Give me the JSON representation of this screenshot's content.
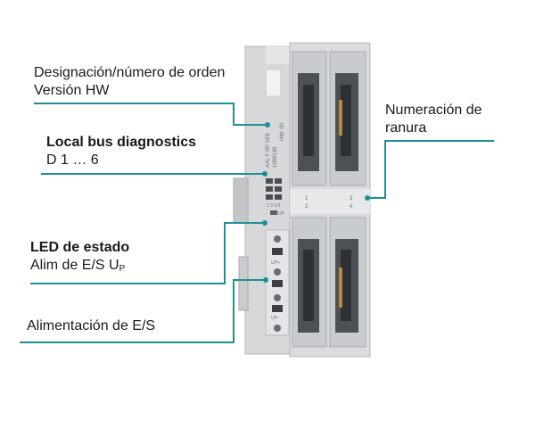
{
  "labels": {
    "designation_line1": "Designación/número de orden",
    "designation_line2": "Versión HW",
    "slot_numbering_line1": "Numeración de",
    "slot_numbering_line2": "ranura",
    "local_bus_line1": "Local bus diagnostics",
    "local_bus_line2": "D 1 … 6",
    "status_led_line1": "LED de estado",
    "status_led_line2_prefix": "Alim de E/S U",
    "status_led_line2_sub": "P",
    "io_supply": "Alimentación de E/S"
  },
  "device_markings": {
    "model_text": "AXL F BP SE6",
    "order_no": "1088136",
    "hw_version": "HW: 00",
    "slot_1": "1",
    "slot_2": "2",
    "slot_3": "3",
    "slot_4": "4",
    "diag_numbers": "1 3 5 6",
    "up_label": "UP",
    "led_label": "UP+",
    "terminal_label": "UP-"
  },
  "colors": {
    "callout_line": "#1f8f97",
    "housing": "#d9dbdc",
    "housing_dark": "#b9bcbe",
    "slot_inner": "#5a5f63",
    "connector": "#3b3f42",
    "pcb_gold": "#b28b3b"
  }
}
